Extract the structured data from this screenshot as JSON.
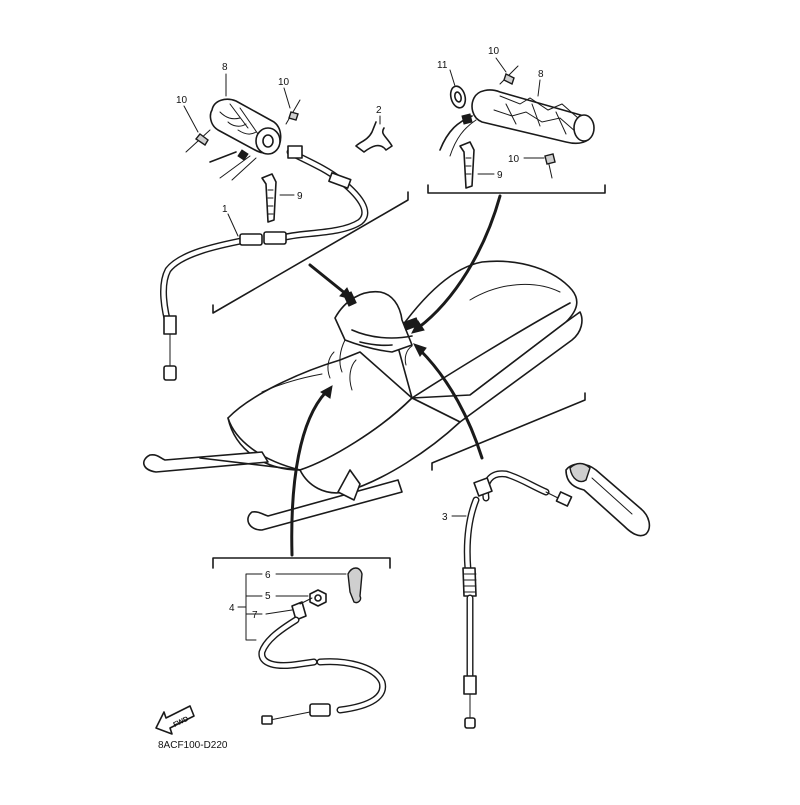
{
  "diagram": {
    "labels": {
      "throttle_cable": "1",
      "cable_clip": "2",
      "brake_cable": "3",
      "choke_assy": "4",
      "choke_part_5": "5",
      "choke_lever": "6",
      "choke_part_7": "7",
      "grip": "8",
      "tie_strap": "9",
      "grip_end": "10",
      "collar": "11"
    },
    "drawing_code": "8ACF100-D220",
    "forward_marker": "FWD"
  }
}
